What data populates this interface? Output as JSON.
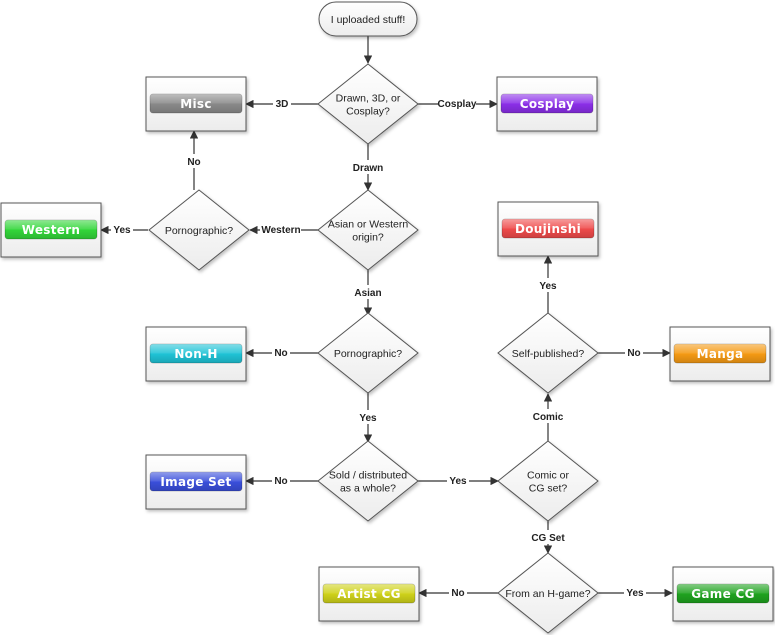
{
  "start": {
    "text": "I uploaded stuff!"
  },
  "decisions": {
    "type": [
      "Drawn, 3D, or",
      "Cosplay?"
    ],
    "origin": [
      "Asian or Western",
      "origin?"
    ],
    "porn_western": [
      "Pornographic?"
    ],
    "porn_asian": [
      "Pornographic?"
    ],
    "sold": [
      "Sold / distributed",
      "as a whole?"
    ],
    "comic_cg": [
      "Comic or",
      "CG set?"
    ],
    "self_pub": [
      "Self-published?"
    ],
    "hgame": [
      "From an H-game?"
    ]
  },
  "categories": {
    "misc": {
      "label": "Misc",
      "color": "#8a8a8a"
    },
    "cosplay": {
      "label": "Cosplay",
      "color": "#8b2fe8"
    },
    "western": {
      "label": "Western",
      "color": "#33d63a"
    },
    "doujinshi": {
      "label": "Doujinshi",
      "color": "#ef4b4b"
    },
    "non_h": {
      "label": "Non-H",
      "color": "#1fc3d6"
    },
    "manga": {
      "label": "Manga",
      "color": "#f59a14"
    },
    "image_set": {
      "label": "Image Set",
      "color": "#3a4fdb"
    },
    "artist_cg": {
      "label": "Artist CG",
      "color": "#cfd21a"
    },
    "game_cg": {
      "label": "Game CG",
      "color": "#1fa31f"
    }
  },
  "edge_labels": {
    "three_d": "3D",
    "cosplay": "Cosplay",
    "drawn": "Drawn",
    "western": "Western",
    "no_misc": "No",
    "yes_western": "Yes",
    "asian": "Asian",
    "no_nonh": "No",
    "yes_sold": "Yes",
    "no_imageset": "No",
    "yes_comic": "Yes",
    "comic": "Comic",
    "yes_doujinshi": "Yes",
    "no_manga": "No",
    "cg_set": "CG Set",
    "no_artistcg": "No",
    "yes_gamecg": "Yes"
  }
}
